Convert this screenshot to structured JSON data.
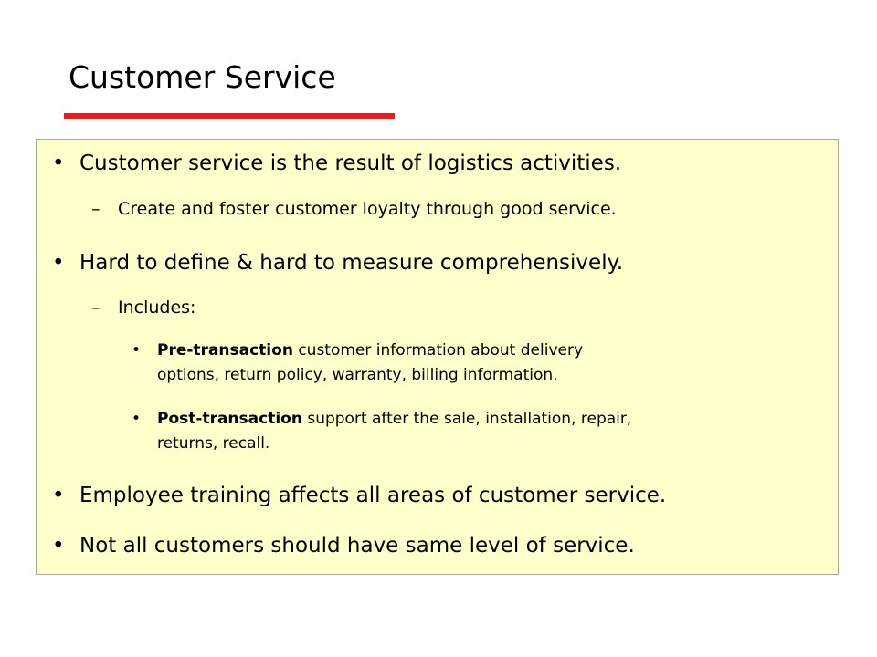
{
  "slide": {
    "title": "Customer Service",
    "accent_color": "#e81c1c",
    "panel_color": "#ffffcc"
  },
  "bullets": [
    {
      "level": 1,
      "marker": "•",
      "text": "Customer service is the result of logistics activities."
    },
    {
      "level": 2,
      "marker": "–",
      "text": "Create and foster customer loyalty through good service."
    },
    {
      "level": 1,
      "marker": "•",
      "text": "Hard to define & hard to measure comprehensively."
    },
    {
      "level": 2,
      "marker": "–",
      "text": "Includes:"
    },
    {
      "level": 3,
      "marker": "•",
      "bold": "Pre-transaction",
      "line1": " customer information about delivery",
      "line2": "options, return policy, warranty, billing information."
    },
    {
      "level": 3,
      "marker": "•",
      "bold": "Post-transaction",
      "line1": " support after the sale, installation, repair,",
      "line2": "returns, recall."
    },
    {
      "level": 1,
      "marker": "•",
      "text": "Employee training affects all areas of customer service."
    },
    {
      "level": 1,
      "marker": "•",
      "text": "Not all customers should have same level of service."
    }
  ]
}
